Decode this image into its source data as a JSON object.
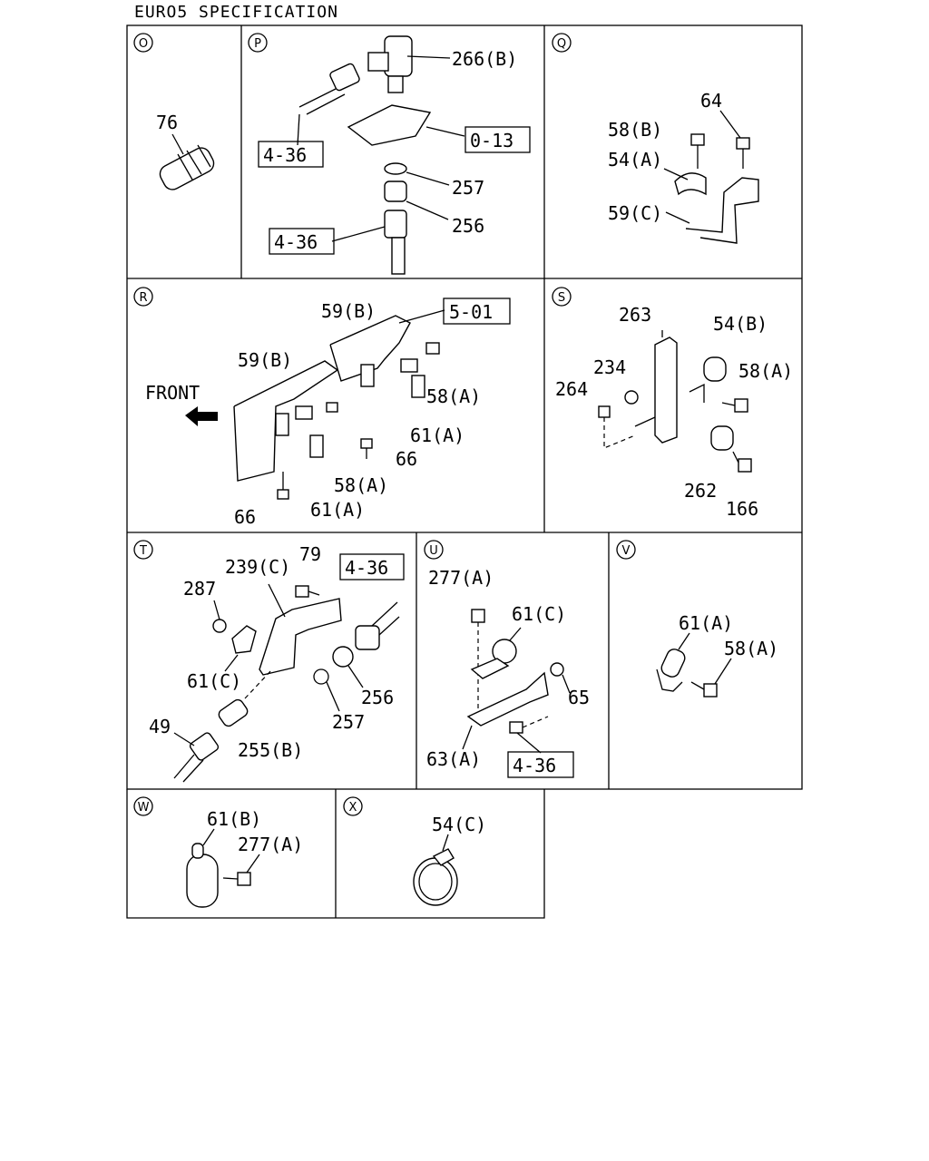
{
  "title": "EURO5 SPECIFICATION",
  "panels": [
    {
      "id": "O",
      "labels": [
        "76"
      ],
      "refs": []
    },
    {
      "id": "P",
      "labels": [
        "266(B)",
        "257",
        "256"
      ],
      "refs": [
        "4-36",
        "0-13",
        "4-36"
      ]
    },
    {
      "id": "Q",
      "labels": [
        "64",
        "58(B)",
        "54(A)",
        "59(C)"
      ],
      "refs": []
    },
    {
      "id": "R",
      "labels": [
        "59(B)",
        "59(B)",
        "FRONT",
        "58(A)",
        "61(A)",
        "66",
        "58(A)",
        "61(A)",
        "66"
      ],
      "refs": [
        "5-01"
      ]
    },
    {
      "id": "S",
      "labels": [
        "263",
        "54(B)",
        "234",
        "58(A)",
        "264",
        "262",
        "166"
      ],
      "refs": []
    },
    {
      "id": "T",
      "labels": [
        "239(C)",
        "79",
        "287",
        "61(C)",
        "256",
        "257",
        "49",
        "255(B)"
      ],
      "refs": [
        "4-36"
      ]
    },
    {
      "id": "U",
      "labels": [
        "277(A)",
        "61(C)",
        "65",
        "63(A)"
      ],
      "refs": [
        "4-36"
      ]
    },
    {
      "id": "V",
      "labels": [
        "61(A)",
        "58(A)"
      ],
      "refs": []
    },
    {
      "id": "W",
      "labels": [
        "61(B)",
        "277(A)"
      ],
      "refs": []
    },
    {
      "id": "X",
      "labels": [
        "54(C)"
      ],
      "refs": []
    }
  ]
}
